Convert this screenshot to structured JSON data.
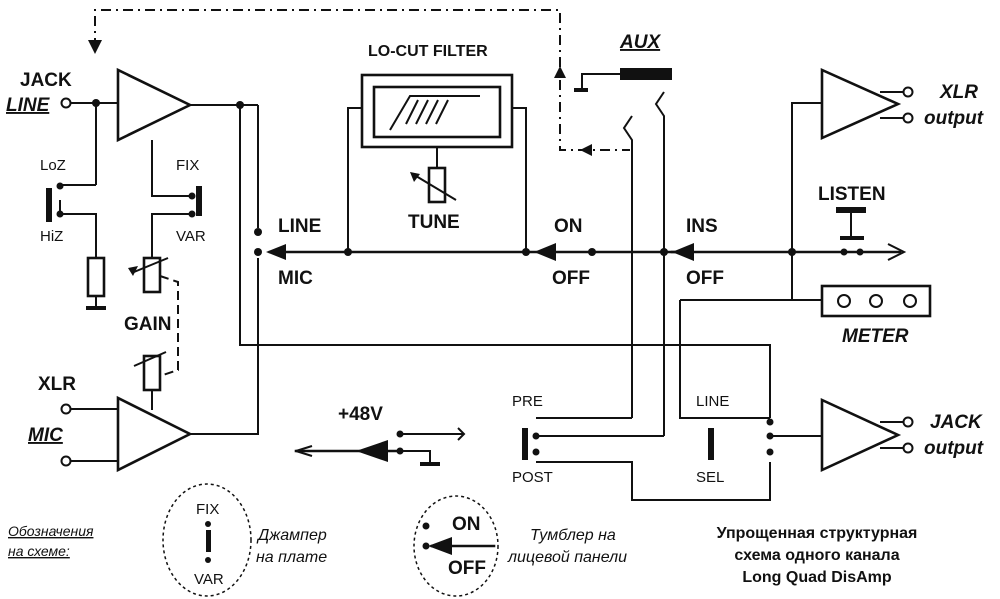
{
  "labels": {
    "jack_in": "JACK",
    "line_in": "LINE",
    "loz": "LoZ",
    "hiz": "HiZ",
    "fix": "FIX",
    "var": "VAR",
    "gain": "GAIN",
    "xlr_in": "XLR",
    "mic_in": "MIC",
    "lo_cut_filter": "LO-CUT FILTER",
    "tune": "TUNE",
    "sel_line": "LINE",
    "sel_mic": "MIC",
    "lowcut_on": "ON",
    "lowcut_off": "OFF",
    "aux": "AUX",
    "ins": "INS",
    "ins_off": "OFF",
    "listen": "LISTEN",
    "xlr_out_1": "XLR",
    "xlr_out_2": "output",
    "meter": "METER",
    "phantom": "+48V",
    "pre": "PRE",
    "post": "POST",
    "out_line": "LINE",
    "out_sel": "SEL",
    "jack_out_1": "JACK",
    "jack_out_2": "output"
  },
  "legend": {
    "title_1": "Обозначения",
    "title_2": "на схеме:",
    "jumper_fix": "FIX",
    "jumper_var": "VAR",
    "jumper_desc_1": "Джампер",
    "jumper_desc_2": "на плате",
    "toggle_on": "ON",
    "toggle_off": "OFF",
    "toggle_desc_1": "Тумблер на",
    "toggle_desc_2": "лицевой панели"
  },
  "caption": {
    "line_1": "Упрощенная структурная",
    "line_2": "схема одного канала",
    "line_3": "Long Quad DisAmp"
  }
}
